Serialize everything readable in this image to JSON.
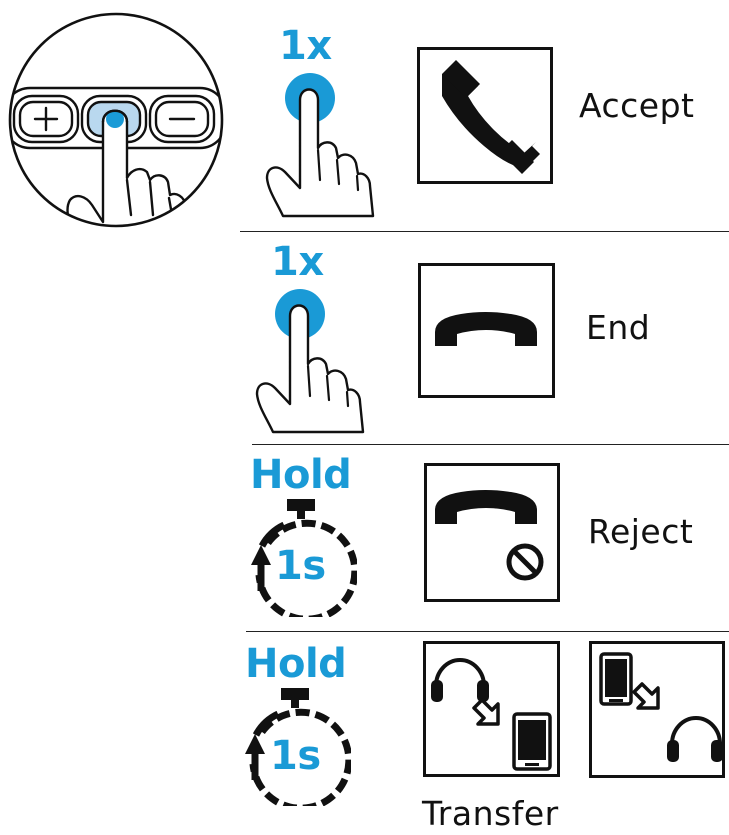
{
  "rows": [
    {
      "press": "1x",
      "action": "Accept"
    },
    {
      "press": "1x",
      "action": "End"
    },
    {
      "press": "Hold",
      "duration": "1s",
      "action": "Reject"
    },
    {
      "press": "Hold",
      "duration": "1s",
      "action": "Transfer"
    }
  ],
  "colors": {
    "accent": "#1a9ad6",
    "ink": "#111111",
    "button_fill": "#b9d8ef"
  },
  "icons": [
    "button-zoom-illustration",
    "finger-press-icon",
    "phone-accept-icon",
    "phone-end-icon",
    "phone-reject-icon",
    "no-sign-icon",
    "stopwatch-icon",
    "headphones-icon",
    "smartphone-icon",
    "transfer-arrow-icon"
  ]
}
